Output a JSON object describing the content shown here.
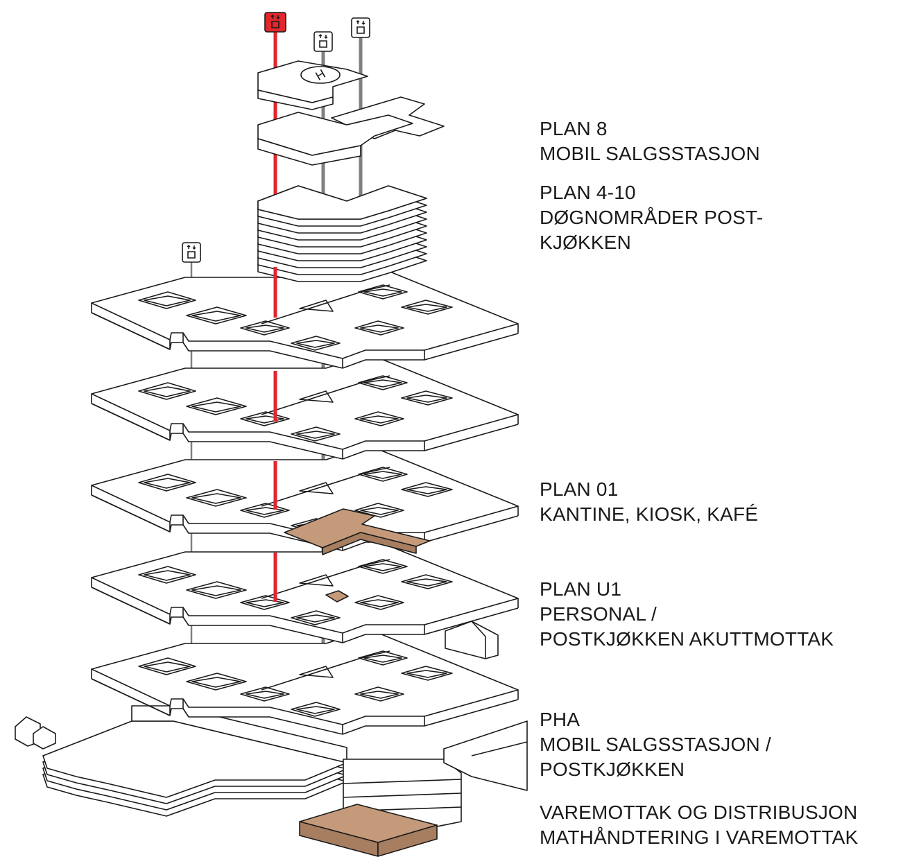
{
  "labels": {
    "plan8": [
      "PLAN 8",
      "MOBIL SALGSSTASJON"
    ],
    "plan4_10": [
      "PLAN 4-10",
      "DØGNOMRÅDER POST-",
      "KJØKKEN"
    ],
    "plan01": [
      "PLAN 01",
      "KANTINE, KIOSK, KAFÉ"
    ],
    "planU1": [
      "PLAN U1",
      "PERSONAL /",
      "POSTKJØKKEN AKUTTMOTTAK"
    ],
    "pha": [
      "PHA",
      "MOBIL SALGSSTASJON /",
      "POSTKJØKKEN"
    ],
    "varemottak": [
      "VAREMOTTAK OG DISTRIBUSJON",
      "MATHÅNDTERING I VAREMOTTAK"
    ]
  },
  "helipad_letter": "H",
  "colors": {
    "line": "#1a1a1a",
    "slab_fill": "#ffffff",
    "red_shaft": "#e1262d",
    "grey_shaft": "#808080",
    "highlight": "#c49a7a",
    "highlight_side": "#a77e60",
    "lift_icon_active": "#e1262d"
  },
  "icons": [
    "elevator-icon-red",
    "elevator-icon",
    "elevator-icon",
    "elevator-icon-lower"
  ]
}
